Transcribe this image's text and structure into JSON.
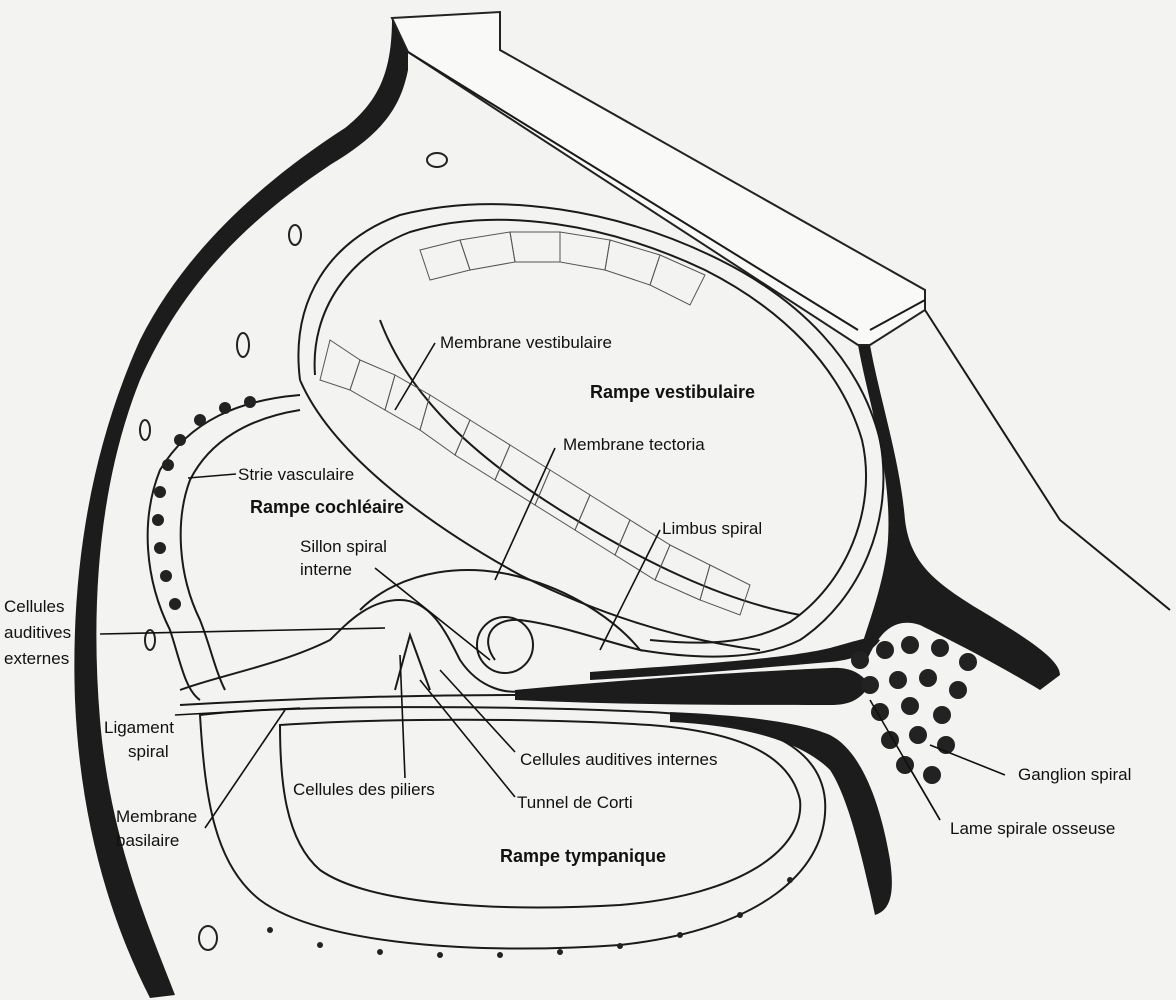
{
  "labels": {
    "membrane_vestibulaire": "Membrane vestibulaire",
    "rampe_vestibulaire": "Rampe vestibulaire",
    "membrane_tectoria": "Membrane tectoria",
    "strie_vasculaire": "Strie vasculaire",
    "rampe_cochleaire": "Rampe cochléaire",
    "limbus_spiral": "Limbus spiral",
    "sillon_spiral_interne_1": "Sillon spiral",
    "sillon_spiral_interne_2": "interne",
    "cellules_auditives_externes_1": "Cellules",
    "cellules_auditives_externes_2": "auditives",
    "cellules_auditives_externes_3": "externes",
    "ligament_spiral_1": "Ligament",
    "ligament_spiral_2": "spiral",
    "cellules_auditives_internes": "Cellules auditives internes",
    "cellules_des_piliers": "Cellules des piliers",
    "tunnel_de_corti": "Tunnel de Corti",
    "ganglion_spiral": "Ganglion spiral",
    "membrane_basilaire_1": "Membrane",
    "membrane_basilaire_2": "basilaire",
    "rampe_tympanique": "Rampe tympanique",
    "lame_spirale_osseuse": "Lame spirale osseuse"
  }
}
